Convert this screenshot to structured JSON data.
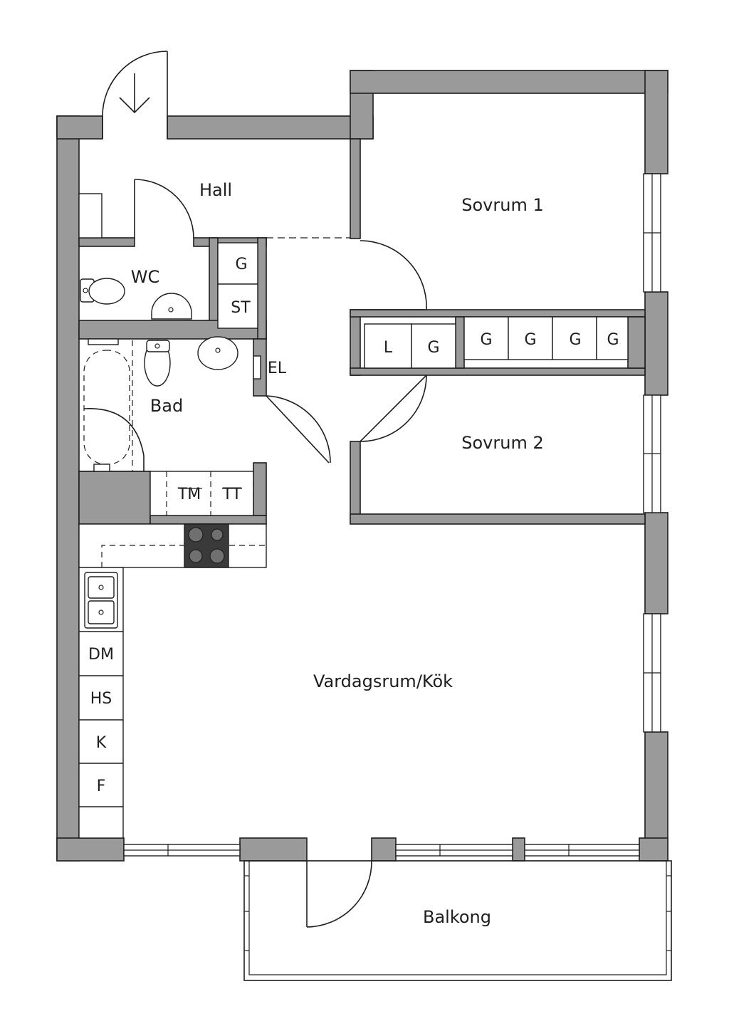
{
  "rooms": {
    "hall": "Hall",
    "wc": "WC",
    "bad": "Bad",
    "sovrum1": "Sovrum 1",
    "sovrum2": "Sovrum 2",
    "vardagsrum": "Vardagsrum/Kök",
    "balkong": "Balkong"
  },
  "units": {
    "hall_g": "G",
    "hall_st": "ST",
    "el": "EL",
    "l": "L",
    "g1": "G",
    "g2": "G",
    "g3": "G",
    "g4": "G",
    "g5": "G",
    "tm": "TM",
    "tt": "TT",
    "dm": "DM",
    "hs": "HS",
    "k": "K",
    "f": "F"
  }
}
